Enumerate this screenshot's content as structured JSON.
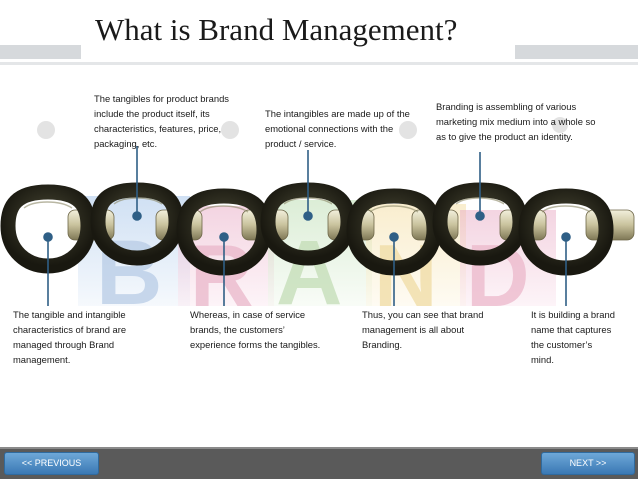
{
  "title": "What is Brand Management?",
  "background_word": [
    "B",
    "R",
    "A",
    "N",
    "D"
  ],
  "captions_top": [
    "The tangibles for product brands include the product itself, its characteristics, features, price, packaging, etc.",
    "The intangibles are made up of the emotional connections with the product / service.",
    "Branding is assembling of various marketing mix medium into a whole so as to give the product an identity."
  ],
  "captions_bottom": [
    "The tangible and intangible characteristics of brand are managed through Brand management.",
    "Whereas, in case of service brands, the customers’ experience forms the tangibles.",
    "Thus, you can see that brand management is all about Branding.",
    "It is building a brand name that captures the customer’s mind."
  ],
  "nav": {
    "prev_label": "<< PREVIOUS",
    "next_label": "NEXT >>"
  },
  "colors": {
    "accent": "#2f5f86",
    "chain": "#2b2a1f",
    "link_gold": "#cfc9a6",
    "footer": "#5a5a5a",
    "button": "#4a88c4"
  }
}
